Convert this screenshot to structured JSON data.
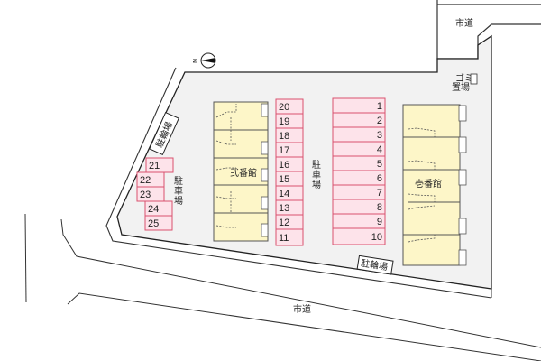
{
  "map": {
    "type": "site-plan",
    "roads": {
      "top_right": "市道",
      "bottom": "市道"
    },
    "compass": {
      "label": "N"
    },
    "facilities": {
      "garbage": [
        "ゴミ",
        "置場"
      ],
      "bicycle_top_left": "駐輪場",
      "bicycle_bottom": "駐輪場"
    },
    "parking_labels": {
      "left": [
        "駐",
        "車",
        "場"
      ],
      "center": [
        "駐",
        "車",
        "場"
      ]
    },
    "buildings": {
      "building_1": "壱番館",
      "building_2": "弐番館"
    },
    "parking_lots": {
      "right_column": [
        "1",
        "2",
        "3",
        "4",
        "5",
        "6",
        "7",
        "8",
        "9",
        "10"
      ],
      "middle_column": [
        "20",
        "19",
        "18",
        "17",
        "16",
        "15",
        "14",
        "13",
        "12",
        "11"
      ],
      "left_cluster": [
        "21",
        "22",
        "23",
        "24",
        "25"
      ]
    },
    "colors": {
      "site_fill": "#f2f2f2",
      "building_fill": "#fdf6c8",
      "parking_fill": "#fde3ea",
      "parking_border": "#d9526f",
      "line": "#333333"
    }
  }
}
